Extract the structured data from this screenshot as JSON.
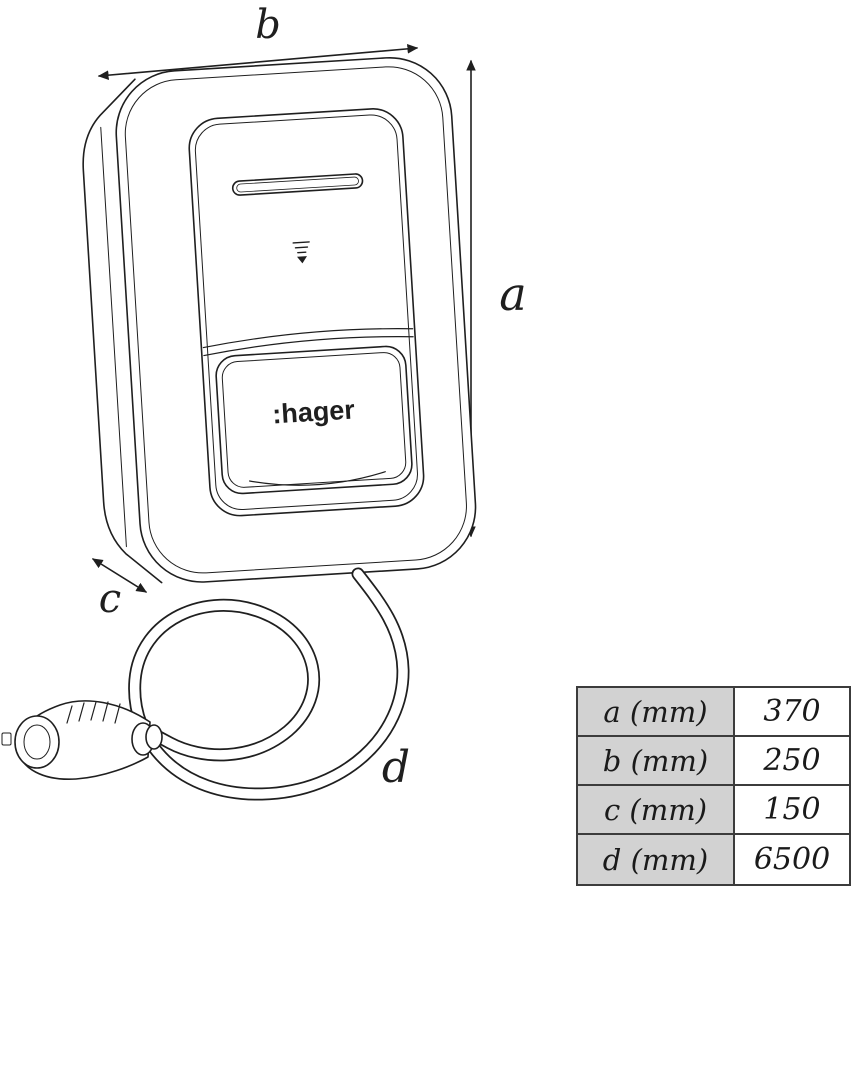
{
  "diagram": {
    "dim_a_label": "a",
    "dim_b_label": "b",
    "dim_c_label": "c",
    "dim_d_label": "d",
    "brand_logo": ":hager"
  },
  "table": {
    "rows": [
      {
        "label": "a (mm)",
        "value": "370"
      },
      {
        "label": "b (mm)",
        "value": "250"
      },
      {
        "label": "c (mm)",
        "value": "150"
      },
      {
        "label": "d (mm)",
        "value": "6500"
      }
    ]
  },
  "colors": {
    "line": "#1f1f1f",
    "table_label_bg": "#d2d2d2",
    "table_border": "#3c3c3c",
    "background": "#ffffff"
  }
}
